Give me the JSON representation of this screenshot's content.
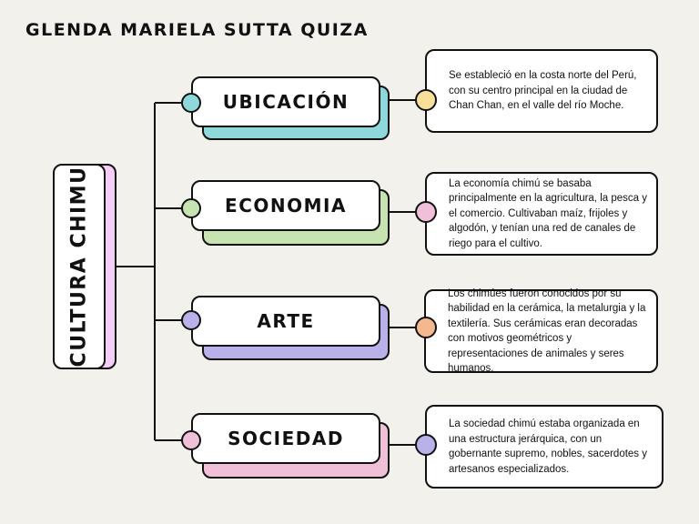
{
  "author": "GLENDA MARIELA SUTTA QUIZA",
  "main_topic": "CULTURA CHIMU",
  "colors": {
    "background": "#f3f1ec",
    "teal": "#8ed8dc",
    "green": "#c8e3b2",
    "purple": "#b9b2ea",
    "pink": "#f0c0d8",
    "yellow": "#f8df9a",
    "orange": "#f5b78e",
    "main_shadow": "#f6cdf6"
  },
  "branches": [
    {
      "label": "UBICACIÓN",
      "text": "Se estableció en la costa norte del Perú, con su centro principal en la ciudad de Chan Chan, en el valle del río Moche."
    },
    {
      "label": "ECONOMIA",
      "text": "La economía chimú se basaba principalmente en la agricultura, la pesca y el comercio. Cultivaban maíz, frijoles y algodón, y tenían una red de canales de riego para el cultivo."
    },
    {
      "label": "ARTE",
      "text": "Los chimúes fueron conocidos por su habilidad en la cerámica, la metalurgia y la textilería. Sus cerámicas eran decoradas con motivos geométricos y representaciones de animales y seres humanos."
    },
    {
      "label": "SOCIEDAD",
      "text": "La sociedad chimú estaba organizada en una estructura jerárquica, con un gobernante supremo, nobles, sacerdotes y artesanos especializados."
    }
  ]
}
